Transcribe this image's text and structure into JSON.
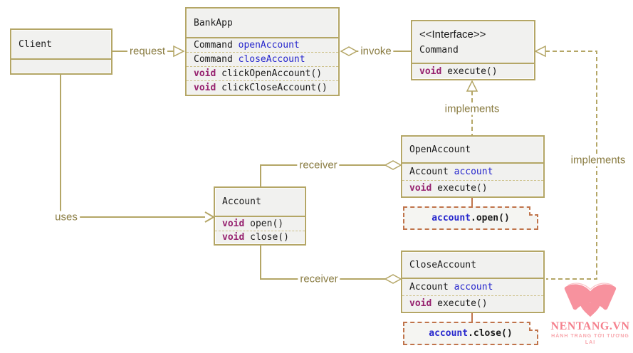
{
  "classes": {
    "client": {
      "name": "Client"
    },
    "bankapp": {
      "name": "BankApp",
      "members": [
        {
          "a": "Command",
          "b": "openAccount"
        },
        {
          "a": "Command",
          "b": "closeAccount"
        },
        {
          "a": "void",
          "b": "clickOpenAccount()"
        },
        {
          "a": "void",
          "b": "clickCloseAccount()"
        }
      ]
    },
    "command": {
      "stereotype": "<<Interface>>",
      "name": "Command",
      "members": [
        {
          "a": "void",
          "b": "execute()"
        }
      ]
    },
    "openaccount": {
      "name": "OpenAccount",
      "members": [
        {
          "a": "Account",
          "b": "account"
        },
        {
          "a": "void",
          "b": "execute()"
        }
      ]
    },
    "account": {
      "name": "Account",
      "members": [
        {
          "a": "void",
          "b": "open()"
        },
        {
          "a": "void",
          "b": "close()"
        }
      ]
    },
    "closeaccount": {
      "name": "CloseAccount",
      "members": [
        {
          "a": "Account",
          "b": "account"
        },
        {
          "a": "void",
          "b": "execute()"
        }
      ]
    }
  },
  "notes": {
    "open": {
      "target": "account",
      "call": ".open()"
    },
    "close": {
      "target": "account",
      "call": ".close()"
    }
  },
  "edge_labels": {
    "request": "request",
    "invoke": "invoke",
    "uses": "uses",
    "receiver_open": "receiver",
    "receiver_close": "receiver",
    "implements_open": "implements",
    "implements_close": "implements"
  },
  "watermark": {
    "title": "NENTANG.VN",
    "subtitle": "HÀNH TRANG TỚI TƯƠNG LAI"
  },
  "colors": {
    "box_border": "#b4a666",
    "box_fill": "#f1f1ef",
    "label_text": "#8a7c42",
    "note_border": "#c0744b",
    "identifier_blue": "#2727cd",
    "keyword_purple": "#96216f",
    "watermark_pink": "#f5808d"
  }
}
